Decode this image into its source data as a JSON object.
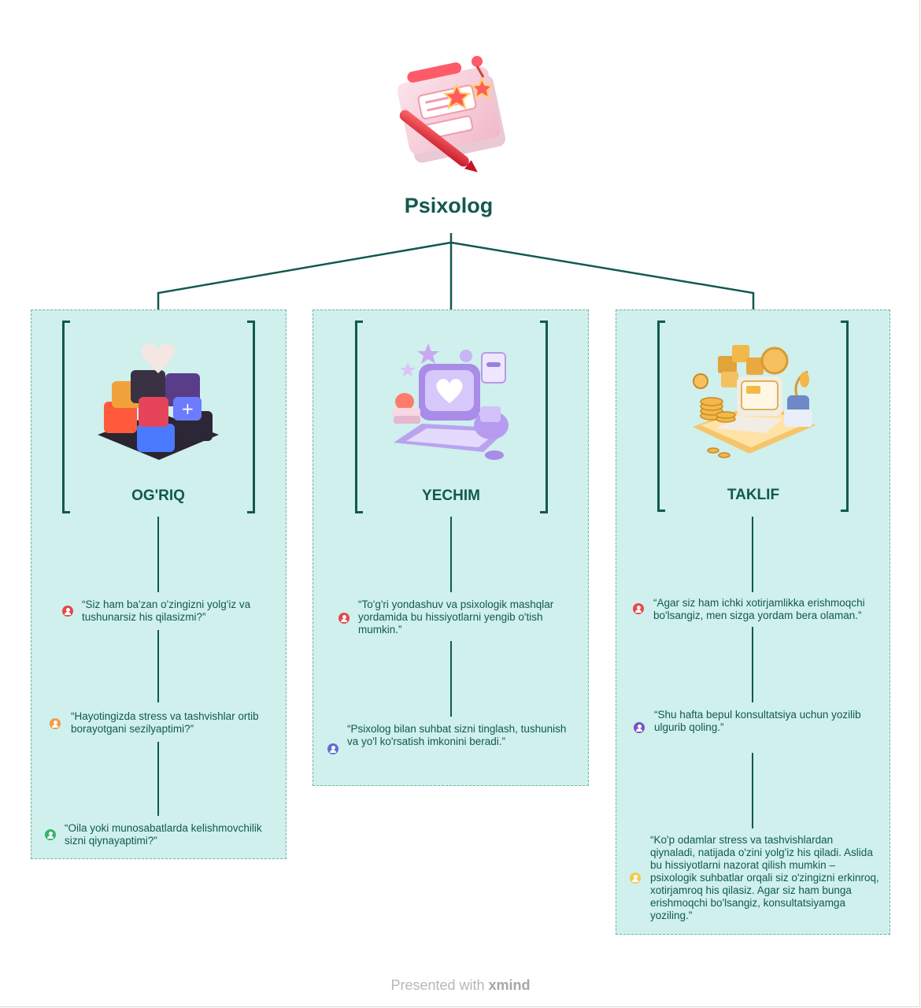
{
  "root": {
    "title": "Psixolog",
    "icon": "notebook-pencil-icon"
  },
  "columns": [
    {
      "title": "OG'RIQ",
      "icon": "heart-cubes-icon",
      "items": [
        {
          "text": "“Siz ham ba'zan o'zingizni yolg'iz va tushunarsiz his qilasizmi?”",
          "avatar_color": "#e5484d"
        },
        {
          "text": "“Hayotingizda stress va tashvishlar ortib borayotgani sezilyaptimi?”",
          "avatar_color": "#f29a4a"
        },
        {
          "text": "“Oila yoki munosabatlarda kelishmovchilik sizni qiynayaptimi?”",
          "avatar_color": "#34b36e"
        }
      ]
    },
    {
      "title": "YECHIM",
      "icon": "computer-heart-icon",
      "items": [
        {
          "text": "“To'g'ri yondashuv va psixologik mashqlar yordamida bu hissiyotlarni yengib o'tish mumkin.”",
          "avatar_color": "#e5484d"
        },
        {
          "text": "“Psixolog bilan suhbat sizni tinglash, tushunish va yo'l ko'rsatish imkonini beradi.”",
          "avatar_color": "#5b6fd6"
        }
      ]
    },
    {
      "title": "TAKLIF",
      "icon": "gold-coins-computer-icon",
      "items": [
        {
          "text": "“Agar siz ham ichki xotirjamlikka erishmoqchi bo'lsangiz, men sizga yordam bera olaman.”",
          "avatar_color": "#e5484d"
        },
        {
          "text": "“Shu hafta bepul konsultatsiya uchun yozilib ulgurib qoling.”",
          "avatar_color": "#7a52c7"
        },
        {
          "text": "“Ko'p odamlar stress va tashvishlardan qiynaladi, natijada o'zini yolg'iz his qiladi. Aslida bu hissiyotlarni nazorat qilish mumkin – psixologik suhbatlar orqali siz o'zingizni erkinroq, xotirjamroq his qilasiz. Agar siz ham bunga erishmoqchi bo'lsangiz, konsultatsiyamga yoziling.”",
          "avatar_color": "#f2c94c"
        }
      ]
    }
  ],
  "footer": {
    "prefix": "Presented with ",
    "brand": "xmind"
  },
  "colors": {
    "primary": "#12594f",
    "panel": "#cff0ec",
    "panel_border": "#6fb3a8"
  }
}
